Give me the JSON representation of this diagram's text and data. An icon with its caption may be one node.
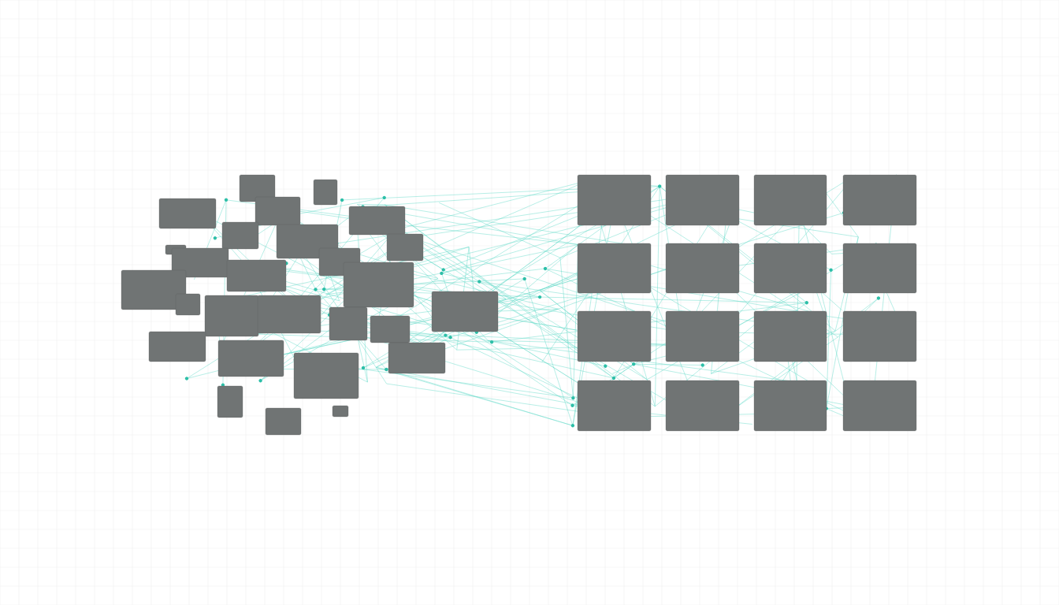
{
  "diagram": {
    "nodes": [
      {
        "text": [],
        "shape": "box"
      },
      {
        "text": [],
        "shape": "box"
      },
      {
        "text": [],
        "shape": "box"
      },
      {
        "text": [],
        "shape": "box"
      },
      {
        "text": [],
        "shape": "box"
      },
      {
        "text": [],
        "shape": "box"
      },
      {
        "text": [],
        "shape": "box"
      },
      {
        "text": [],
        "shape": "box"
      },
      {
        "text": [],
        "shape": "box"
      },
      {
        "text": [],
        "shape": "box"
      },
      {
        "text": [],
        "shape": "box"
      },
      {
        "text": [],
        "shape": "box"
      },
      {
        "text": [],
        "shape": "box"
      },
      {
        "text": [],
        "shape": "box"
      },
      {
        "text": [],
        "shape": "box"
      },
      {
        "text": [],
        "shape": "box"
      },
      {
        "text": [],
        "shape": "box"
      },
      {
        "text": [],
        "shape": "box"
      },
      {
        "text": [],
        "shape": "box"
      },
      {
        "text": [],
        "shape": "box"
      },
      {
        "text": [],
        "shape": "box"
      },
      {
        "text": [],
        "shape": "box"
      },
      {
        "text": [],
        "shape": "box"
      },
      {
        "text": [],
        "shape": "box"
      },
      {
        "text": [],
        "shape": "box"
      },
      {
        "text": [],
        "shape": "box"
      },
      {
        "text": [],
        "shape": "box"
      },
      {
        "text": [],
        "shape": "box"
      },
      {
        "text": [],
        "shape": "box"
      },
      {
        "text": [],
        "shape": "box"
      },
      {
        "text": [],
        "shape": "box"
      },
      {
        "text": [],
        "shape": "box"
      },
      {
        "text": [],
        "shape": "box"
      },
      {
        "text": [],
        "shape": "box"
      },
      {
        "text": [],
        "shape": "box"
      },
      {
        "text": [],
        "shape": "box"
      },
      {
        "text": [],
        "shape": "box"
      },
      {
        "text": [],
        "shape": "box"
      },
      {
        "text": [],
        "shape": "box"
      },
      {
        "text": [],
        "shape": "box"
      },
      {
        "text": [],
        "shape": "box"
      },
      {
        "text": [],
        "shape": "box"
      },
      {
        "text": [],
        "shape": "box"
      }
    ],
    "edges": [
      {
        "from": 13,
        "to": 26,
        "arrow": "none"
      },
      {
        "from": 22,
        "to": 26,
        "arrow": "none"
      },
      {
        "from": 18,
        "to": 26,
        "arrow": "none"
      },
      {
        "from": 26,
        "to": 27,
        "arrow": "none"
      },
      {
        "from": 26,
        "to": 31,
        "arrow": "none"
      },
      {
        "from": 26,
        "to": 35,
        "arrow": "none"
      },
      {
        "from": 26,
        "to": 39,
        "arrow": "none"
      }
    ]
  }
}
